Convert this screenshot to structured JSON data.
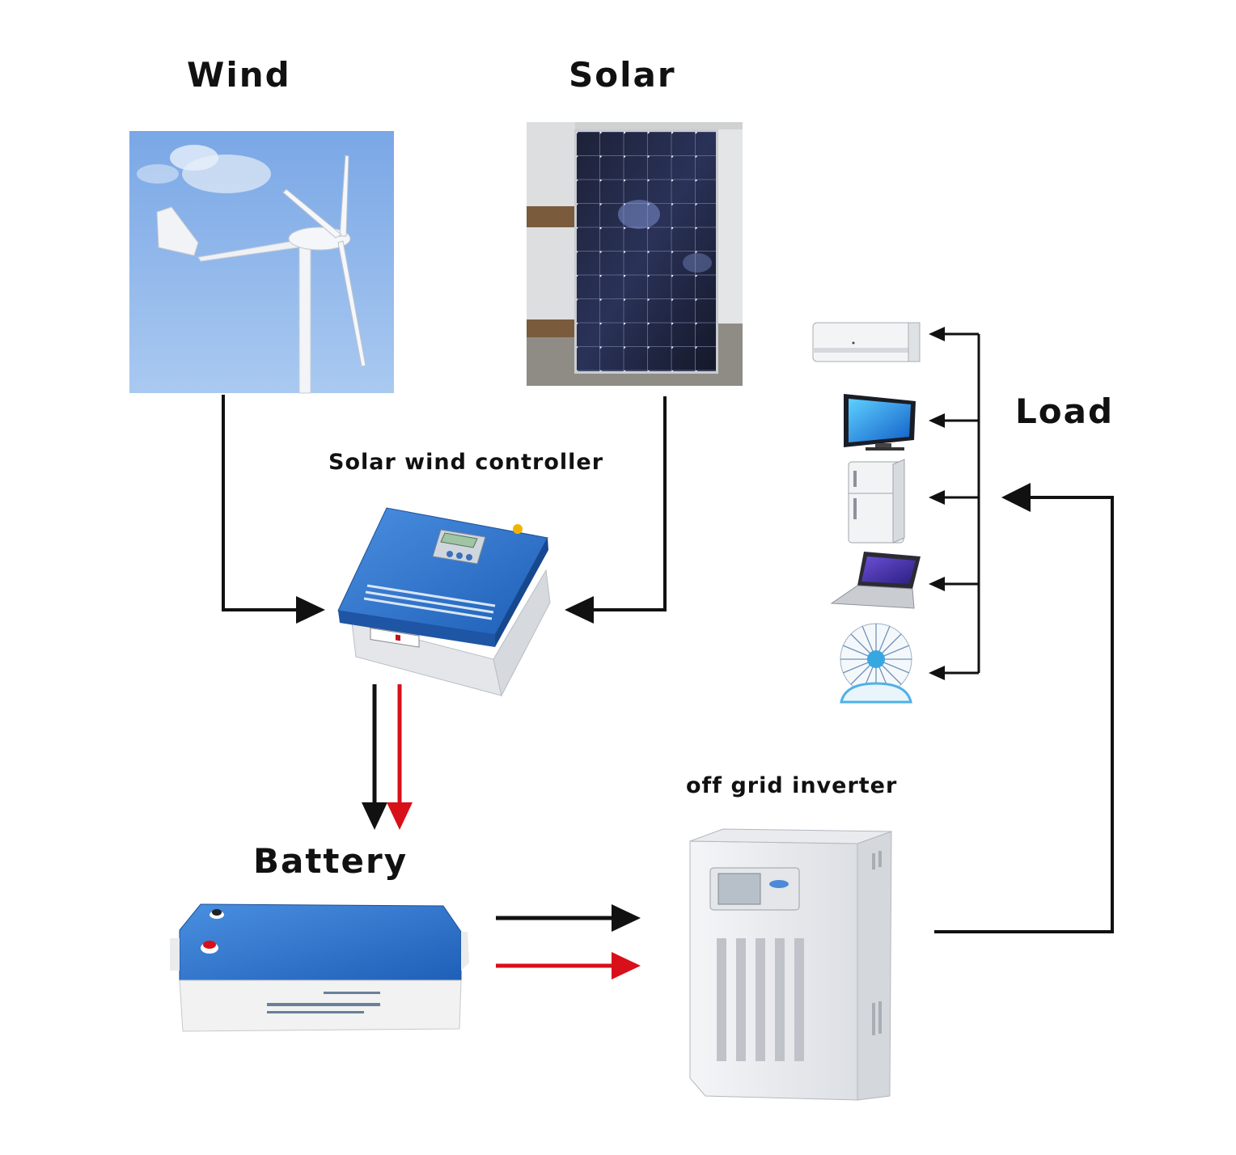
{
  "labels": {
    "wind": "Wind",
    "solar": "Solar",
    "controller": "Solar wind controller",
    "battery": "Battery",
    "inverter": "off grid inverter",
    "load": "Load"
  },
  "components": {
    "wind_turbine": "wind-turbine",
    "solar_panel": "solar-panel",
    "controller_unit": "solar-wind-controller",
    "battery_unit": "battery",
    "inverter_unit": "off-grid-inverter",
    "loads": [
      "air-conditioner",
      "television",
      "refrigerator",
      "laptop",
      "desk-fan"
    ]
  },
  "colors": {
    "arrow_black": "#111111",
    "arrow_red": "#d8101a",
    "sky": "#8fb6e8",
    "controller_blue": "#2f6fc4",
    "battery_blue": "#2459a6"
  }
}
